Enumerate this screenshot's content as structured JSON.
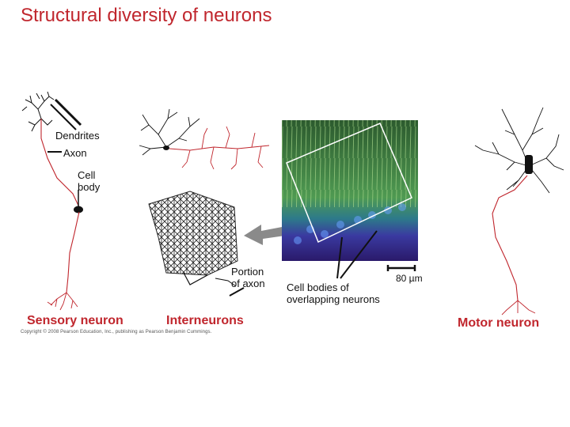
{
  "title": "Structural diversity of neurons",
  "labels": {
    "dendrites": "Dendrites",
    "axon": "Axon",
    "cell_body_line1": "Cell",
    "cell_body_line2": "body",
    "portion_line1": "Portion",
    "portion_line2": "of axon",
    "cell_bodies_line1": "Cell bodies of",
    "cell_bodies_line2": "overlapping neurons",
    "scale": "80 µm"
  },
  "captions": {
    "sensory": "Sensory neuron",
    "interneurons": "Interneurons",
    "motor": "Motor neuron"
  },
  "copyright": "Copyright © 2008 Pearson Education, Inc., publishing as Pearson Benjamin Cummings.",
  "colors": {
    "title": "#c0262d",
    "neuron_red": "#c0262d",
    "neuron_black": "#111111",
    "micrograph_green": "#3f8f4a",
    "micrograph_purple": "#3a2a8a"
  }
}
